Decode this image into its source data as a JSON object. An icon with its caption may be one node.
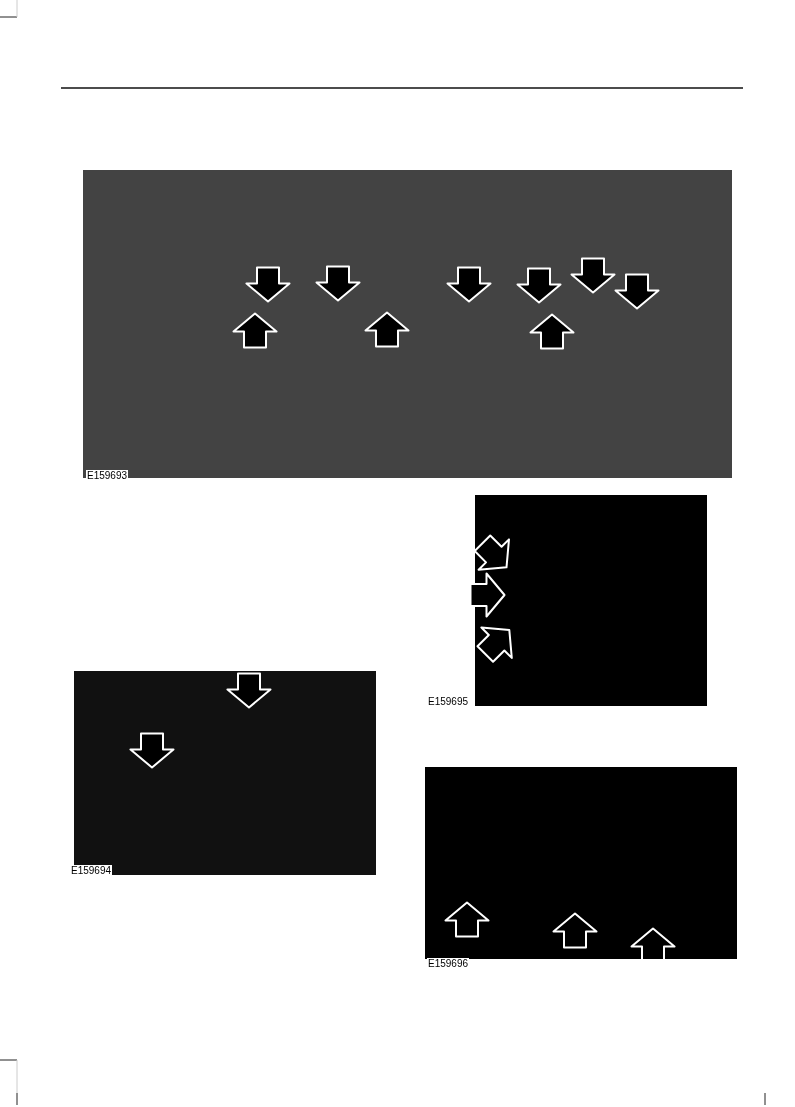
{
  "diagram": {
    "labels": [
      "E159693",
      "E159694",
      "E159695",
      "E159696"
    ]
  }
}
